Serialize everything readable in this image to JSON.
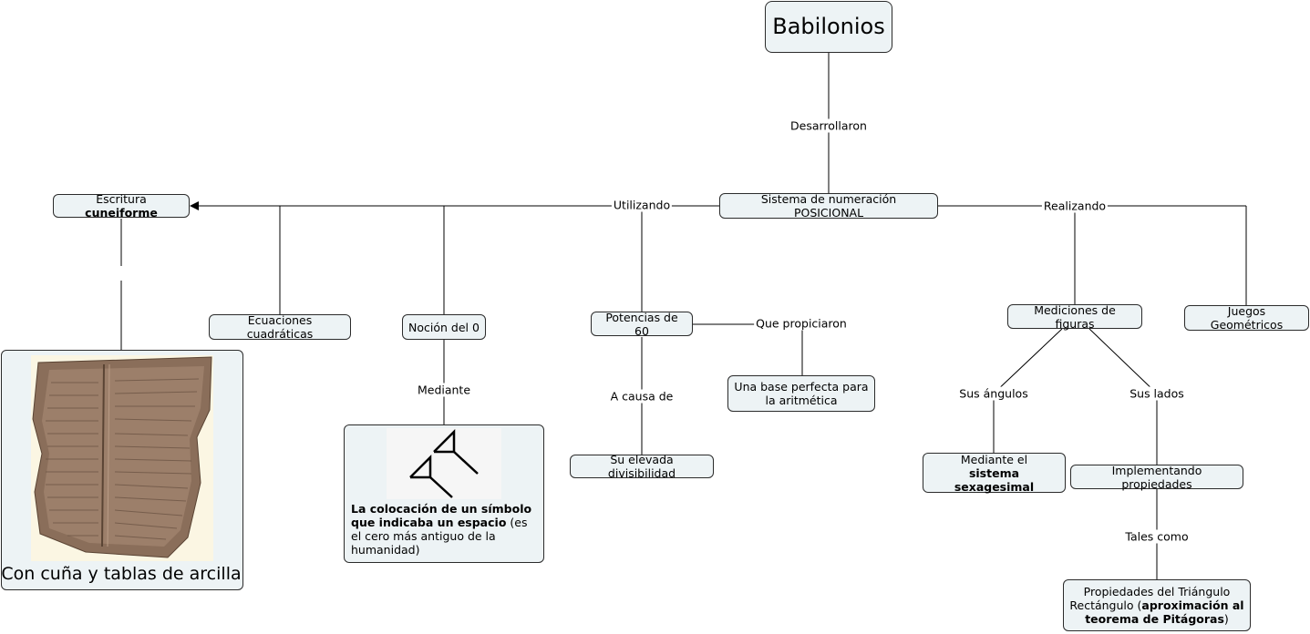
{
  "nodes": {
    "root": "Babilonios",
    "sistema": "Sistema de numeración POSICIONAL",
    "escritura_prefix": "Escritura ",
    "escritura_bold": "cuneiforme",
    "ecuaciones": "Ecuaciones cuadráticas",
    "nocion": "Noción del 0",
    "potencias": "Potencias de 60",
    "base_perfecta": "Una base perfecta para la aritmética",
    "divisibilidad": "Su elevada divisibilidad",
    "mediciones": "Mediciones de figuras",
    "juegos": "Juegos Geométricos",
    "sexagesimal_prefix": "Mediante el",
    "sexagesimal_bold": "sistema sexagesimal",
    "implementando": "Implementando propiedades",
    "triangulo_prefix": "Propiedades del Triángulo Rectángulo (",
    "triangulo_bold": "aproximación al teorema de Pitágoras",
    "triangulo_suffix": ")",
    "tablet_caption": "Con cuña y tablas de arcilla",
    "zero_bold": "La colocación de un símbolo que indicaba un espacio",
    "zero_rest": " (es el cero más antiguo de la humanidad)"
  },
  "links": {
    "desarrollaron": "Desarrollaron",
    "utilizando": "Utilizando",
    "realizando": "Realizando",
    "mediante": "Mediante",
    "que_propiciaron": "Que propiciaron",
    "a_causa_de": "A causa de",
    "sus_angulos": "Sus ángulos",
    "sus_lados": "Sus lados",
    "tales_como": "Tales como"
  },
  "colors": {
    "node_fill": "#edf3f5",
    "node_border": "#2b2b2b",
    "line": "#000000"
  }
}
